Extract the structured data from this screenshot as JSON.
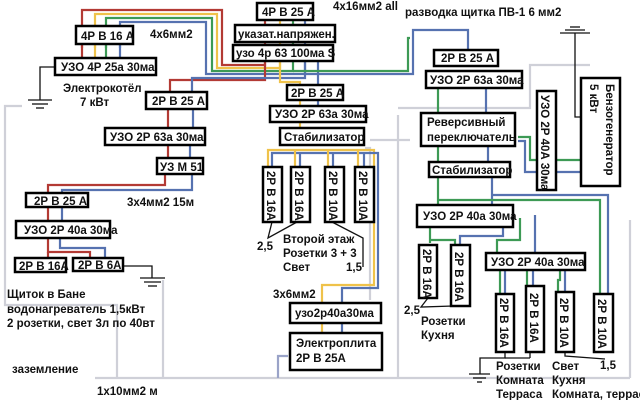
{
  "top": {
    "main_breaker": "4Р В 25 А",
    "voltage_indicator": "указат.напряжен.",
    "main_rcd": "узо 4р 63 100ма S",
    "cable_all": "4х16мм2 all",
    "panel_wiring": "разводка щитка ПВ-1 6 мм2"
  },
  "boiler": {
    "breaker": "4Р В 16 А",
    "cable": "4х6мм2",
    "rcd": "УЗО 4Р 25а 30ма",
    "label_line1": "Электрокотёл",
    "label_line2": "7 кВт"
  },
  "bath_feed": {
    "breaker": "2Р В 25 А",
    "rcd": "УЗО 2Р 63а 30ма",
    "voltage_relay": "УЗ М 51",
    "cable": "3х4мм2 15м"
  },
  "bath": {
    "breaker": "2Р В 25 А",
    "rcd": "УЗО 2Р 40а 30ма",
    "b1": "2Р В 16А",
    "b2": "2Р В 6А",
    "line1": "Щиток в Бане",
    "line2": "водонагреватель 1,5кВт",
    "line3": "2 розетки, свет 3л по 40вт"
  },
  "ground": {
    "label": "заземление",
    "cable": "1х10мм2 м"
  },
  "second_floor": {
    "breaker": "2Р В 25 А",
    "rcd": "УЗО 2Р 63а 30ма",
    "stabilizer": "Стабилизатор",
    "b1": "2Р В 16А",
    "b2": "2Р В 16А",
    "b3": "2Р В 10А",
    "b4": "2Р В 10А",
    "wire_25": "2,5",
    "wire_15": "1,5",
    "line1": "Второй этаж",
    "line2": "Розетки 3 + 3",
    "line3": "Свет"
  },
  "stove": {
    "cable": "3х6мм2",
    "rcd": "узо2р40а30ма",
    "line1": "Электроплита",
    "line2": "2Р В 25А"
  },
  "first_floor": {
    "breaker": "2Р В 25 А",
    "rcd": "УЗО 2Р 63а 30ма",
    "switch_line1": "Реверсивный",
    "switch_line2": "переключатель",
    "stabilizer": "Стабилизатор",
    "gen_rcd": "УЗО 2Р 40А 30ма",
    "gen_line1": "Бензогенератор",
    "gen_line2": "5 кВт"
  },
  "kitchen": {
    "rcd": "УЗО 2Р 40а 30ма",
    "b1": "2Р В 16А",
    "b2": "2Р В 16А",
    "wire_25": "2,5",
    "line1": "Розетки",
    "line2": "Кухня"
  },
  "rooms": {
    "rcd": "УЗО 2Р 40а 30ма",
    "b1": "2Р В 16А",
    "b2": "2Р В 16А",
    "b3": "2Р В 10А",
    "b4": "2Р В 10А",
    "wire_15": "1,5",
    "sock1": "Розетки",
    "sock2": "Комната",
    "sock3": "Терраса",
    "light1": "Свет",
    "light2": "Кухня",
    "light3": "Комната, террас"
  },
  "colors": {
    "phase_red": "#b33a34",
    "phase_yellow": "#efc24a",
    "phase_green": "#3d9a55",
    "neutral_blue": "#5672b0",
    "ground_grey": "#cfd0d8"
  }
}
